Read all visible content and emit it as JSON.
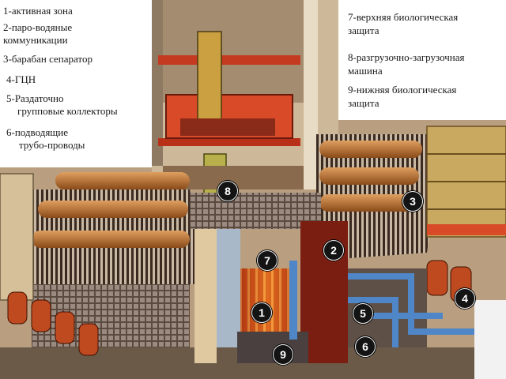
{
  "legend_left": [
    {
      "number": "1",
      "lines": [
        "1-активная зона"
      ]
    },
    {
      "number": "2",
      "lines": [
        "2-паро-водяные",
        "коммуникации"
      ]
    },
    {
      "number": "3",
      "lines": [
        "3-барабан сепаратор"
      ]
    },
    {
      "number": "4",
      "lines": [
        "4-ГЦН"
      ]
    },
    {
      "number": "5",
      "lines": [
        "5-Раздаточно",
        "групповые коллекторы"
      ]
    },
    {
      "number": "6",
      "lines": [
        "6-подводящие",
        "трубо-проводы"
      ]
    }
  ],
  "legend_right": [
    {
      "number": "7",
      "lines": [
        "7-верхняя  биологическая",
        "защита"
      ]
    },
    {
      "number": "8",
      "lines": [
        "8-разгрузочно-загрузочная",
        "машина"
      ]
    },
    {
      "number": "9",
      "lines": [
        "9-нижняя  биологическая",
        "защита"
      ]
    }
  ],
  "markers": [
    "1",
    "2",
    "3",
    "4",
    "5",
    "6",
    "7",
    "8",
    "9"
  ],
  "colors": {
    "wall": "#bfa88a",
    "copper": "#c8762a",
    "core": "#d8561c",
    "shield": "#7a1e12",
    "steel": "#a9b8c9",
    "pipe_blue": "#4f86c7",
    "marker": "#141414"
  }
}
